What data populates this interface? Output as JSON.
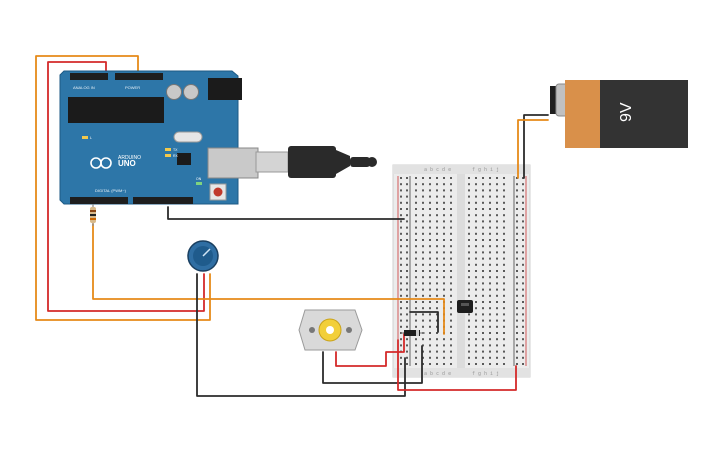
{
  "colors": {
    "wire_red": "#d42a2a",
    "wire_orange": "#e68a19",
    "wire_black": "#2b2b2b",
    "arduino_board": "#2d76a8",
    "battery_body": "#333333",
    "battery_cap": "#d9904a",
    "breadboard": "#ececec",
    "potentiometer": "#1f5b8c",
    "motor_body": "#d9d9d9",
    "motor_hub": "#f2cf3a"
  },
  "arduino": {
    "brand": "ARDUINO",
    "model": "UNO",
    "header_digital": "DIGITAL (PWM~)",
    "header_analog": "ANALOG IN",
    "header_power": "POWER",
    "label_tx": "TX",
    "label_rx": "RX",
    "label_l": "L",
    "label_on": "ON"
  },
  "battery": {
    "label": "9V"
  },
  "breadboard": {
    "letters_left": "a b c d e",
    "letters_right": "f g h i j"
  },
  "components": {
    "usb_cable": "usb-cable",
    "potentiometer": "potentiometer",
    "dc_motor": "dc-motor",
    "transistor": "transistor",
    "diode": "diode",
    "resistor": "resistor"
  }
}
